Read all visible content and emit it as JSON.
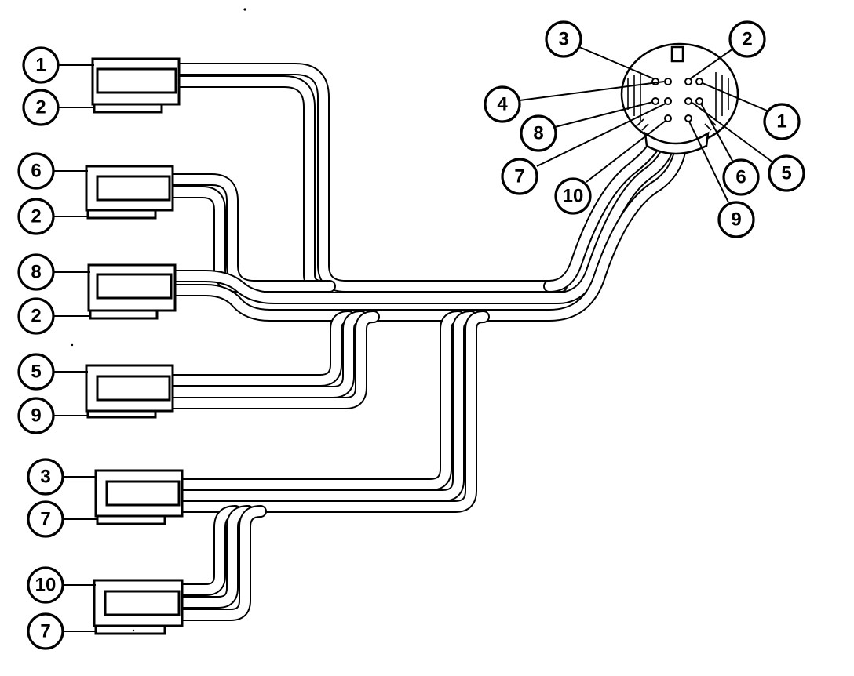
{
  "diagram": {
    "connectors": [
      {
        "id": "c1",
        "pins": [
          "1",
          "2"
        ]
      },
      {
        "id": "c2",
        "pins": [
          "6",
          "2"
        ]
      },
      {
        "id": "c3",
        "pins": [
          "8",
          "2"
        ]
      },
      {
        "id": "c4",
        "pins": [
          "5",
          "9"
        ]
      },
      {
        "id": "c5",
        "pins": [
          "3",
          "7"
        ]
      },
      {
        "id": "c6",
        "pins": [
          "10",
          "7"
        ]
      }
    ],
    "main_plug": {
      "pins": [
        "3",
        "2",
        "4",
        "1",
        "8",
        "7",
        "5",
        "10",
        "6",
        "9"
      ]
    }
  }
}
